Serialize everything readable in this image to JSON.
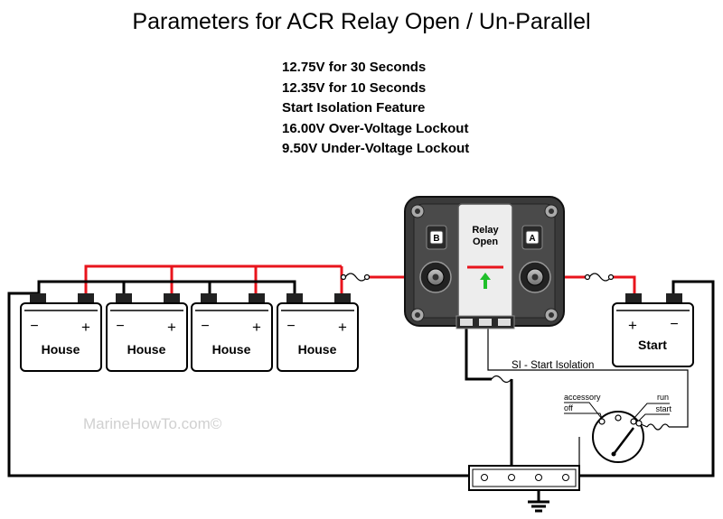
{
  "title": "Parameters for ACR Relay Open / Un-Parallel",
  "parameters": [
    "12.75V for 30 Seconds",
    "12.35V for 10 Seconds",
    "Start Isolation Feature",
    "16.00V Over-Voltage Lockout",
    "9.50V Under-Voltage Lockout"
  ],
  "relay": {
    "terminal_b": "B",
    "terminal_a": "A",
    "status_line1": "Relay",
    "status_line2": "Open"
  },
  "batteries": {
    "house": [
      "House",
      "House",
      "House",
      "House"
    ],
    "start": "Start",
    "minus_symbol": "−",
    "plus_symbol": "+"
  },
  "si_label": "SI - Start Isolation",
  "ignition": {
    "accessory": "accessory",
    "off": "off",
    "run": "run",
    "start": "start"
  },
  "watermark": "MarineHowTo.com©",
  "colors": {
    "positive_wire": "#e8141c",
    "negative_wire": "#000000",
    "arrow": "#1fbf2a",
    "relay_body": "#3a3a3a"
  }
}
